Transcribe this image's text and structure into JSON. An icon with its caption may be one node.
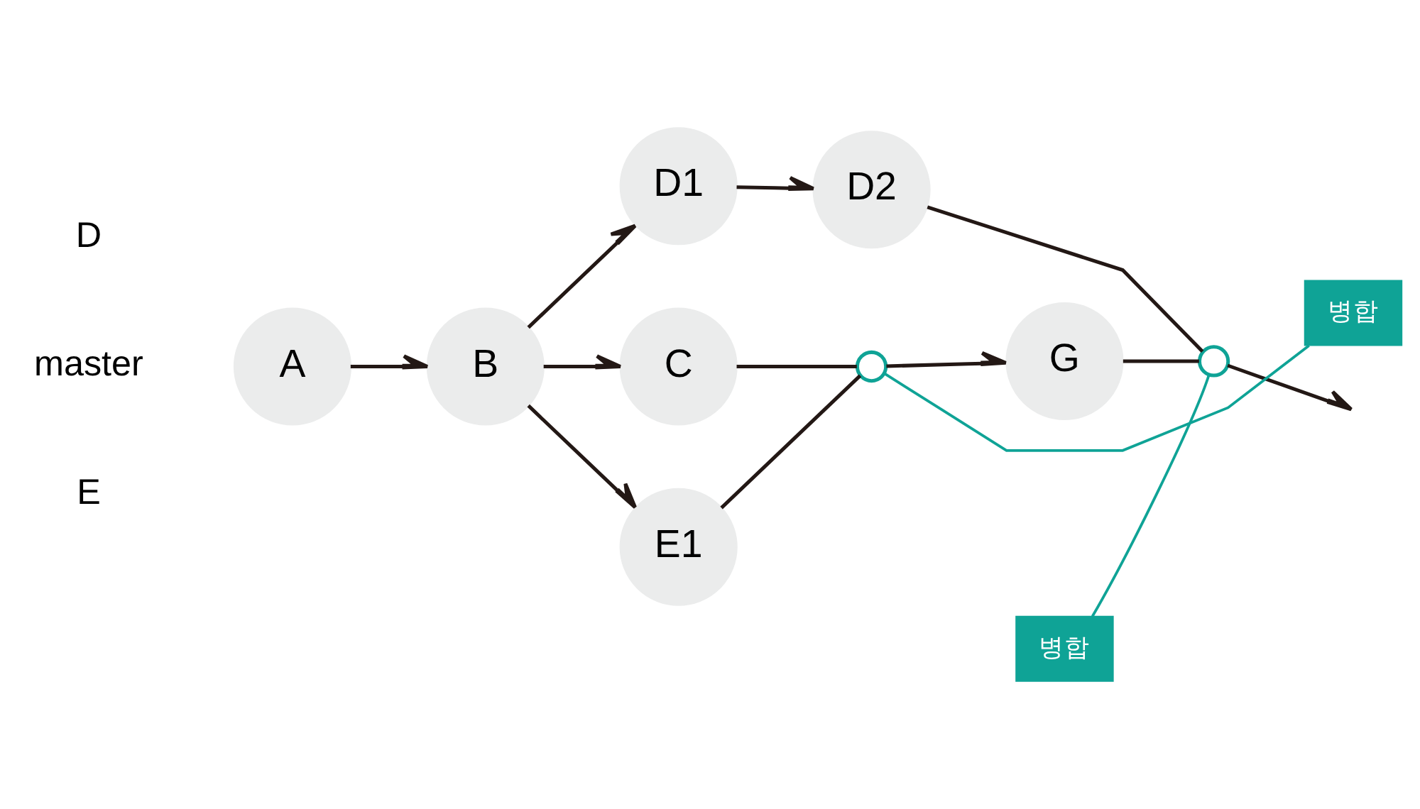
{
  "diagram": {
    "nodes": [
      {
        "text": [
          "D1"
        ]
      },
      {
        "text": [
          "D2"
        ]
      },
      {
        "text": [
          "병합"
        ]
      },
      {
        "text": [
          "A"
        ]
      },
      {
        "text": [
          "B"
        ]
      },
      {
        "text": [
          "C"
        ]
      },
      {
        "text": [],
        "shape": "circle"
      },
      {
        "text": [
          "G"
        ]
      },
      {
        "text": [],
        "shape": "circle"
      },
      {
        "text": [
          "병합"
        ]
      },
      {
        "text": [
          "E1"
        ]
      }
    ],
    "edges": [
      {
        "from": 3,
        "to": 4,
        "arrow": "to"
      },
      {
        "from": 4,
        "to": 0,
        "arrow": "to"
      },
      {
        "from": 4,
        "to": 5,
        "arrow": "to"
      },
      {
        "from": 4,
        "to": 10,
        "arrow": "to"
      },
      {
        "from": 0,
        "to": 1,
        "arrow": "to"
      },
      {
        "from": 5,
        "to": 6,
        "arrow": "none"
      },
      {
        "from": 10,
        "to": 6,
        "arrow": "none"
      },
      {
        "from": 6,
        "to": 7,
        "arrow": "to"
      },
      {
        "from": 7,
        "to": 8,
        "arrow": "none"
      },
      {
        "from": 1,
        "to": 8,
        "arrow": "none"
      },
      {
        "from": 8,
        "to": null,
        "arrow": "to"
      },
      {
        "from": 2,
        "to": 8,
        "arrow": "none",
        "color": "#0fa396"
      },
      {
        "from": 9,
        "to": 6,
        "arrow": "none",
        "color": "#0fa396"
      }
    ],
    "labels": [
      "D",
      "master",
      "E"
    ]
  }
}
